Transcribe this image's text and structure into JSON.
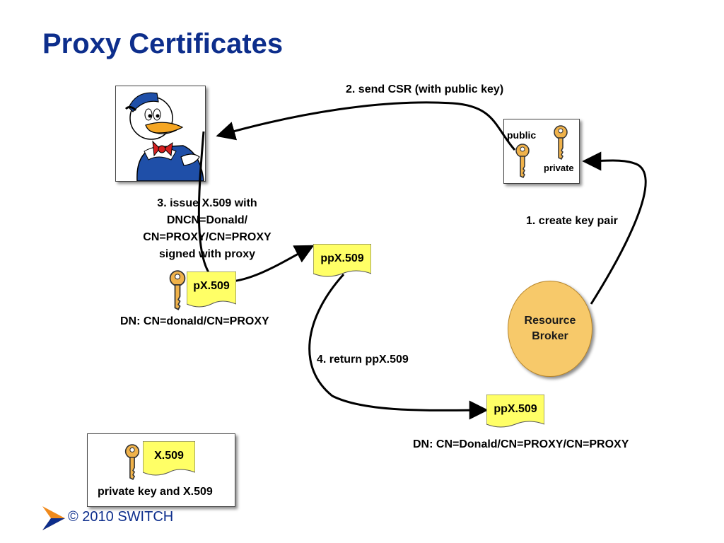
{
  "title": "Proxy Certificates",
  "steps": {
    "send_csr": "2. send CSR (with public key)",
    "issue_line1": "3. issue X.509 with",
    "issue_line2": "DNCN=Donald/",
    "issue_line3": "CN=PROXY/CN=PROXY",
    "issue_line4": "signed with proxy",
    "create_key": "1. create key pair",
    "return": "4. return ppX.509"
  },
  "keypair": {
    "public": "public",
    "private": "private"
  },
  "certs": {
    "px509": "pX.509",
    "px509_dn": "DN: CN=donald/CN=PROXY",
    "ppx509_top": "ppX.509",
    "ppx509_bottom": "ppX.509",
    "ppx509_dn": "DN: CN=Donald/CN=PROXY/CN=PROXY"
  },
  "broker": {
    "line1": "Resource",
    "line2": "Broker"
  },
  "legend": {
    "cert": "X.509",
    "caption": "private key and X.509"
  },
  "footer": "© 2010 SWITCH",
  "colors": {
    "title": "#0d2e8c",
    "certificate": "#ffff66",
    "key": "#f0b24a",
    "broker": "#f7c96a",
    "footer_arrow": "#f08a1c"
  }
}
